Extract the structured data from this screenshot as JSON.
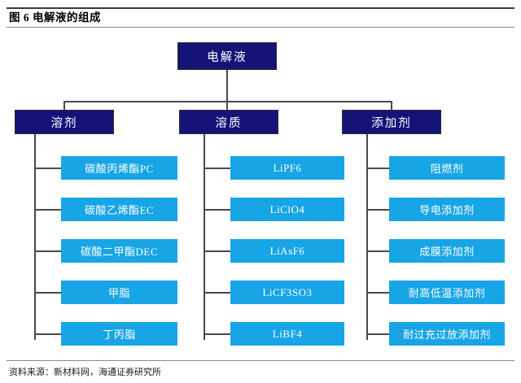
{
  "figure": {
    "title": "图 6  电解液的组成",
    "source_note": "资料来源：新材料网，海通证券研究所"
  },
  "colors": {
    "node_root_fill": "#141478",
    "node_level2_fill": "#141478",
    "node_leaf_fill": "#18a5e6",
    "node_text": "#ffffff",
    "connector": "#4a4a4a",
    "rule": "#3a3a3a",
    "page_background": "#ffffff"
  },
  "diagram": {
    "type": "tree",
    "root": {
      "label": "电解液"
    },
    "branches": [
      {
        "label": "溶剂",
        "children": [
          {
            "label": "碳酸丙烯酯PC"
          },
          {
            "label": "碳酸乙烯酯EC"
          },
          {
            "label": "碳酸二甲酯DEC"
          },
          {
            "label": "甲脂"
          },
          {
            "label": "丁丙脂"
          }
        ]
      },
      {
        "label": "溶质",
        "children": [
          {
            "label": "LiPF6"
          },
          {
            "label": "LiClO4"
          },
          {
            "label": "LiAsF6"
          },
          {
            "label": "LiCF3SO3"
          },
          {
            "label": "LiBF4"
          }
        ]
      },
      {
        "label": "添加剂",
        "children": [
          {
            "label": "阻燃剂"
          },
          {
            "label": "导电添加剂"
          },
          {
            "label": "成膜添加剂"
          },
          {
            "label": "耐高低温添加剂"
          },
          {
            "label": "耐过充过放添加剂"
          }
        ]
      }
    ]
  }
}
